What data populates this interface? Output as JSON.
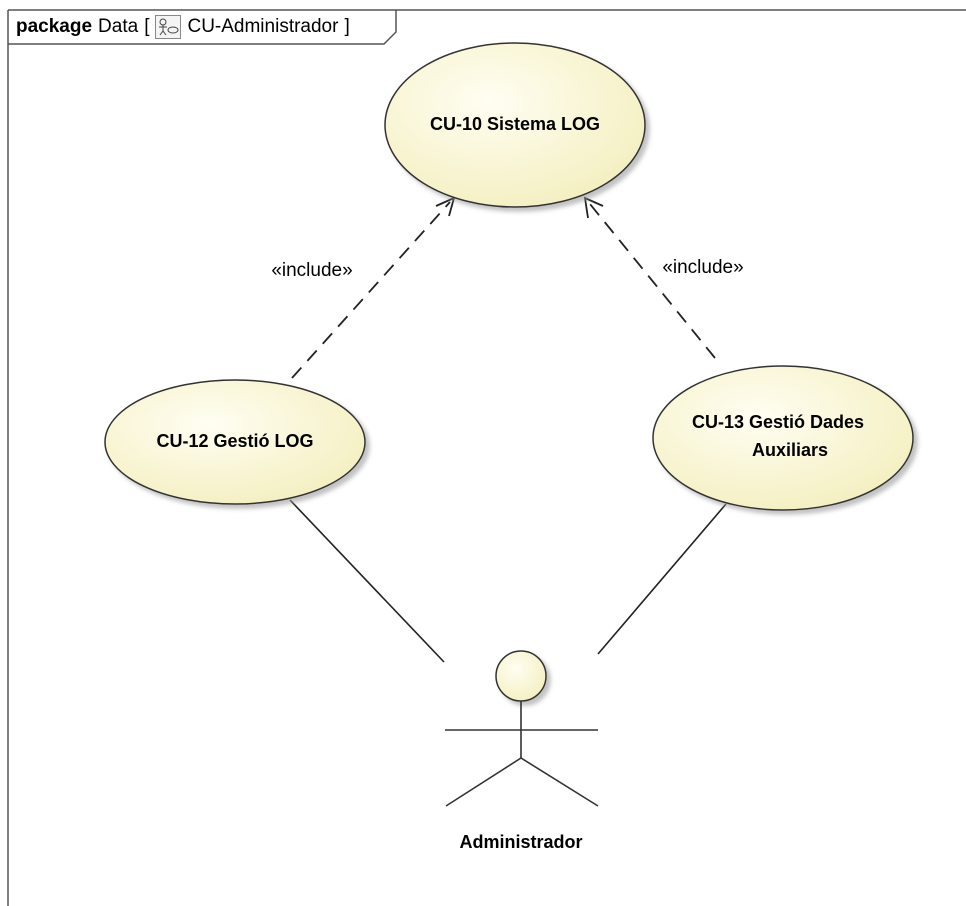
{
  "frame": {
    "keyword": "package",
    "name": "Data",
    "open_bracket": "[",
    "diagram_icon": "use-case-diagram-icon",
    "diagram_name": "CU-Administrador",
    "close_bracket": "]"
  },
  "use_cases": {
    "cu10": {
      "label": "CU-10 Sistema LOG"
    },
    "cu12": {
      "label": "CU-12 Gestió LOG"
    },
    "cu13": {
      "line1": "CU-13 Gestió Dades",
      "line2": "Auxiliars"
    }
  },
  "relations": {
    "include_left": "«include»",
    "include_right": "«include»"
  },
  "actor": {
    "name": "Administrador"
  },
  "colors": {
    "usecase_fill": "#fbf8d8",
    "usecase_stroke": "#333333",
    "line": "#222222",
    "frame": "#555555"
  }
}
